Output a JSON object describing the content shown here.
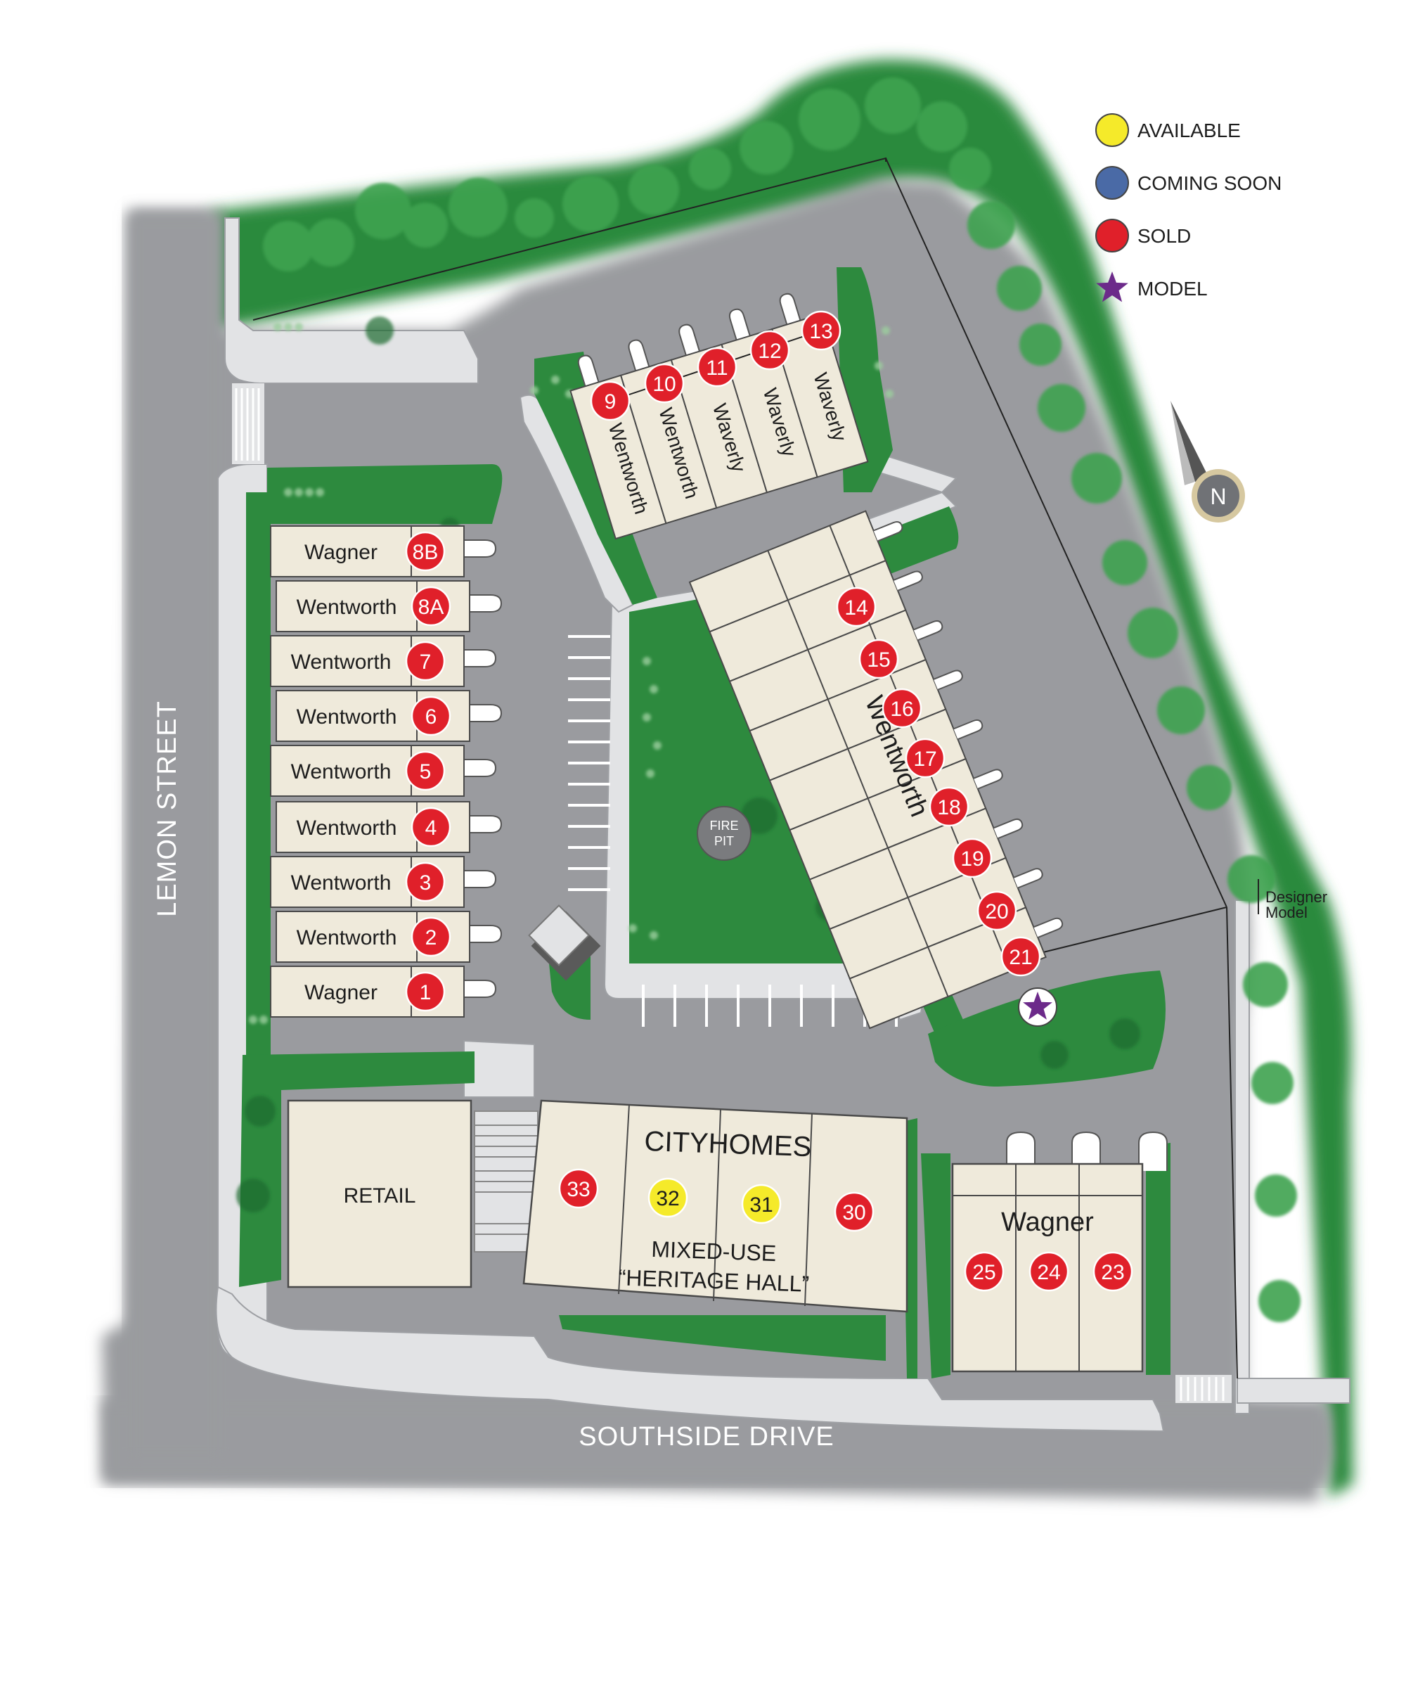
{
  "legend": [
    {
      "label": "AVAILABLE",
      "color": "#f5ea2a",
      "icon": "circle"
    },
    {
      "label": "COMING SOON",
      "color": "#4a6aa6",
      "icon": "circle"
    },
    {
      "label": "SOLD",
      "color": "#e0202a",
      "icon": "circle"
    },
    {
      "label": "MODEL",
      "color": "#6c2a8a",
      "icon": "star-icon"
    }
  ],
  "compass": {
    "letter": "N"
  },
  "streets": {
    "west": "LEMON STREET",
    "south": "SOUTHSIDE DRIVE"
  },
  "amenities": {
    "fire_pit_line1": "FIRE",
    "fire_pit_line2": "PIT",
    "designer_model_line1": "Designer",
    "designer_model_line2": "Model"
  },
  "buildings": {
    "retail": "RETAIL",
    "cityhomes": "CITYHOMES",
    "mixed_use_line1": "MIXED-USE",
    "mixed_use_line2": "“HERITAGE HALL”",
    "east_wagner": "Wagner",
    "diagonal_wentworth": "Wentworth"
  },
  "status_colors": {
    "available": "#f5ea2a",
    "coming_soon": "#4a6aa6",
    "sold": "#e0202a"
  },
  "west_row": [
    {
      "model": "Wagner",
      "lot": "8B",
      "status": "sold"
    },
    {
      "model": "Wentworth",
      "lot": "8A",
      "status": "sold"
    },
    {
      "model": "Wentworth",
      "lot": "7",
      "status": "sold"
    },
    {
      "model": "Wentworth",
      "lot": "6",
      "status": "sold"
    },
    {
      "model": "Wentworth",
      "lot": "5",
      "status": "sold"
    },
    {
      "model": "Wentworth",
      "lot": "4",
      "status": "sold"
    },
    {
      "model": "Wentworth",
      "lot": "3",
      "status": "sold"
    },
    {
      "model": "Wentworth",
      "lot": "2",
      "status": "sold"
    },
    {
      "model": "Wagner",
      "lot": "1",
      "status": "sold"
    }
  ],
  "north_row": [
    {
      "model": "Wentworth",
      "lot": "9",
      "status": "sold"
    },
    {
      "model": "Wentworth",
      "lot": "10",
      "status": "sold"
    },
    {
      "model": "Waverly",
      "lot": "11",
      "status": "sold"
    },
    {
      "model": "Waverly",
      "lot": "12",
      "status": "sold"
    },
    {
      "model": "Waverly",
      "lot": "13",
      "status": "sold"
    }
  ],
  "diagonal_row": [
    {
      "lot": "14",
      "status": "sold"
    },
    {
      "lot": "15",
      "status": "sold"
    },
    {
      "lot": "16",
      "status": "sold"
    },
    {
      "lot": "17",
      "status": "sold"
    },
    {
      "lot": "18",
      "status": "sold"
    },
    {
      "lot": "19",
      "status": "sold"
    },
    {
      "lot": "20",
      "status": "sold"
    },
    {
      "lot": "21",
      "status": "sold"
    },
    {
      "lot": "",
      "status": "model"
    }
  ],
  "cityhomes_lots": [
    {
      "lot": "33",
      "status": "sold"
    },
    {
      "lot": "32",
      "status": "available"
    },
    {
      "lot": "31",
      "status": "available"
    },
    {
      "lot": "30",
      "status": "sold"
    }
  ],
  "east_lots": [
    {
      "lot": "25",
      "status": "sold"
    },
    {
      "lot": "24",
      "status": "sold"
    },
    {
      "lot": "23",
      "status": "sold"
    }
  ]
}
